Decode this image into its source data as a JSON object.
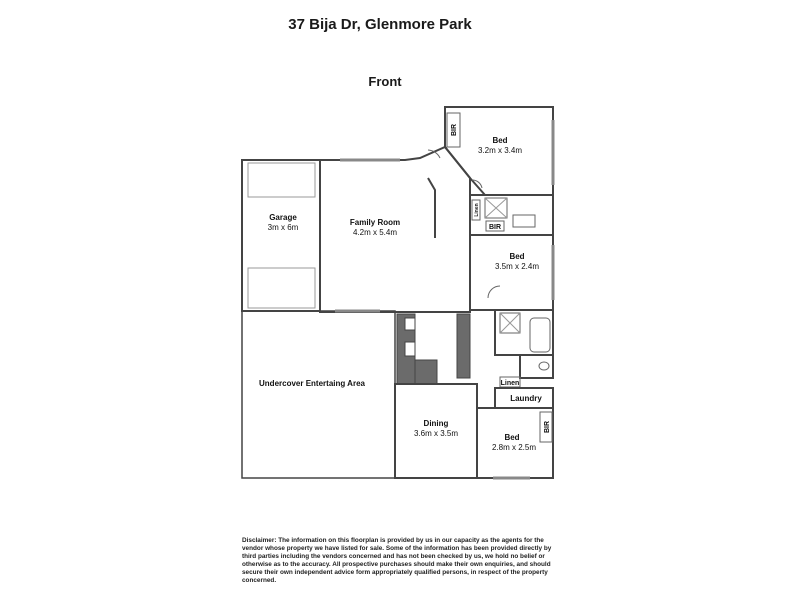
{
  "title": "37 Bija Dr, Glenmore Park",
  "orientation": "Front",
  "rooms": {
    "bed_front": {
      "name": "Bed",
      "dims": "3.2m x 3.4m"
    },
    "bed_middle": {
      "name": "Bed",
      "dims": "3.5m x 2.4m"
    },
    "bed_rear": {
      "name": "Bed",
      "dims": "2.8m x 2.5m"
    },
    "garage": {
      "name": "Garage",
      "dims": "3m x 6m"
    },
    "family_room": {
      "name": "Family Room",
      "dims": "4.2m x 5.4m"
    },
    "dining": {
      "name": "Dining",
      "dims": "3.6m x 3.5m"
    },
    "undercover": {
      "name": "Undercover Entertaing Area"
    },
    "laundry": {
      "name": "Laundry"
    }
  },
  "tags": {
    "bir": "BIR",
    "linen": "Linen"
  },
  "disclaimer": "Disclaimer: The information on this floorplan is provided by us in our capacity as the agents for the vendor whose property we have listed for sale. Some of the information has been provided directly by third parties including the vendors concerned and has not been checked by us, we hold no belief or otherwise as to the accuracy. All prospective purchases should make their own enquiries, and should secure their own independent advice form appropriately qualified persons, in respect of the property concerned.",
  "colors": {
    "wall": "#4a4a4a",
    "kitchen_bench": "#6b6b6b",
    "line": "#444444"
  }
}
